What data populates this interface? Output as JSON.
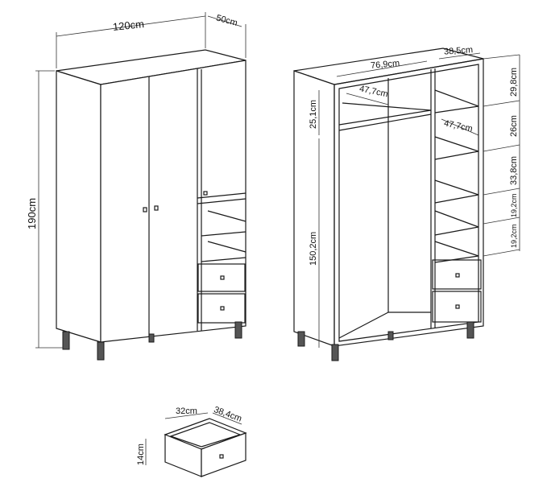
{
  "closed_view": {
    "width": "120cm",
    "depth": "50cm",
    "height": "190cm"
  },
  "open_view": {
    "left_width": "76,9cm",
    "right_width": "38,5cm",
    "top_shelf_height": "25,1cm",
    "hanging_height": "150,2cm",
    "left_shelf_depth": "47,7cm",
    "right_shelf_depth": "47,7cm",
    "compartments": [
      "29,8cm",
      "26cm",
      "33,8cm",
      "19,2cm",
      "19,2cm"
    ]
  },
  "drawer": {
    "width": "32cm",
    "depth": "38,4cm",
    "height": "14cm"
  }
}
